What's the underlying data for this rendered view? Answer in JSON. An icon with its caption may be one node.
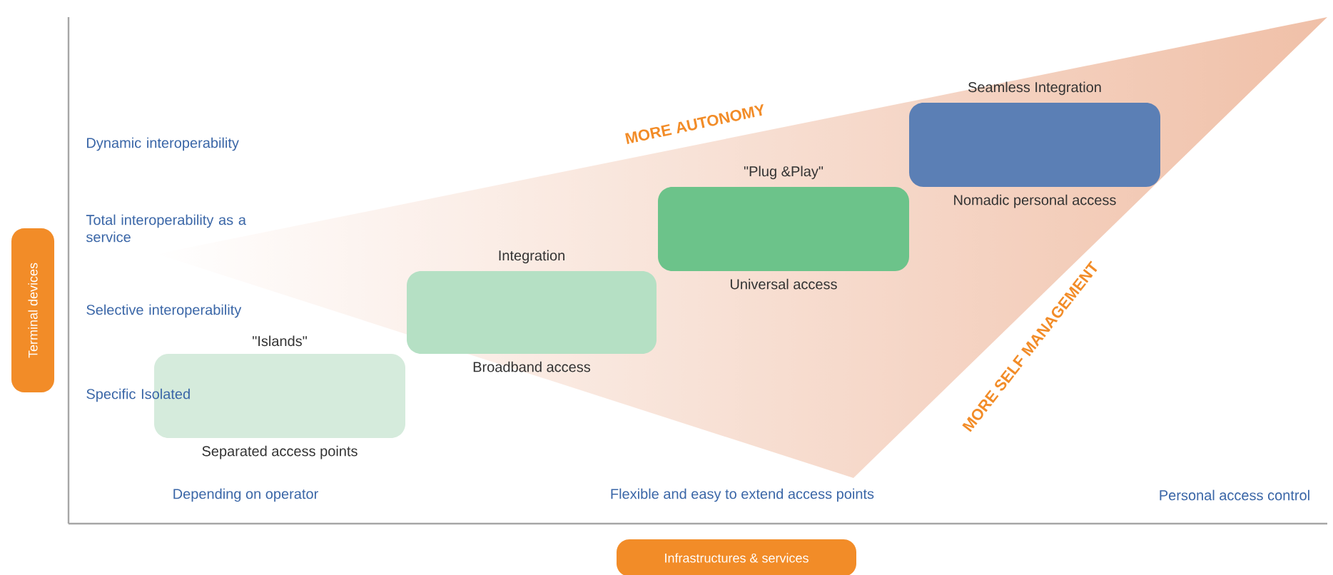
{
  "diagram": {
    "nodes": [
      {
        "text": [
          "Terminal devices"
        ]
      },
      {
        "text": [
          "\"Islands\"",
          "Separated access points"
        ]
      },
      {
        "text": [
          "Integration",
          "Broadband access"
        ]
      },
      {
        "text": [
          "\"Plug &Play\"",
          "Universal access"
        ]
      },
      {
        "text": [
          "Seamless Integration",
          "Nomadic personal access"
        ]
      },
      {
        "text": [
          "Infrastructures & services"
        ]
      }
    ],
    "labels": [
      "Dynamic interoperability",
      "Total interoperability as a service",
      "Selective interoperability",
      "Specific Isolated",
      "MORE AUTONOMY",
      "MORE SELF MANAGEMENT",
      "Depending on operator",
      "Flexible and easy to extend access points",
      "Personal access control"
    ]
  }
}
